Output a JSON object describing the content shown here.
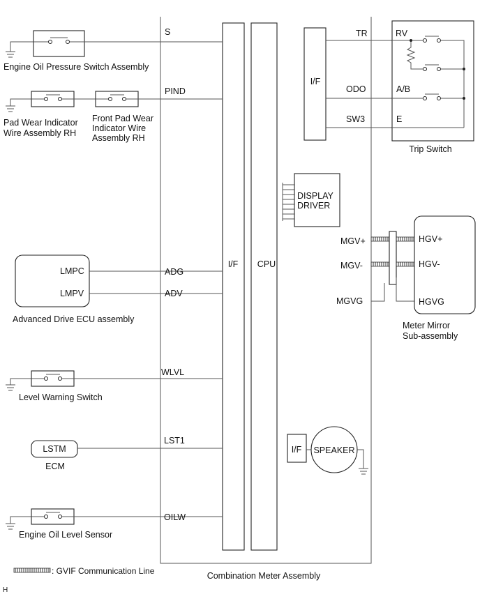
{
  "meter": {
    "title": "Combination Meter Assembly",
    "if_left": "I/F",
    "cpu": "CPU",
    "if_trip": "I/F",
    "display_driver_1": "DISPLAY",
    "display_driver_2": "DRIVER",
    "if_speaker": "I/F",
    "speaker": "SPEAKER"
  },
  "terminals": {
    "s": "S",
    "pind": "PIND",
    "adg": "ADG",
    "adv": "ADV",
    "wlvl": "WLVL",
    "lst1": "LST1",
    "oilw": "OILW",
    "tr": "TR",
    "odo": "ODO",
    "sw3": "SW3",
    "mgv_plus": "MGV+",
    "mgv_minus": "MGV-",
    "mgvg": "MGVG"
  },
  "components": {
    "oil_pressure_switch": "Engine Oil Pressure Switch Assembly",
    "pad_wear_rh_1": "Pad Wear Indicator",
    "pad_wear_rh_2": "Wire Assembly RH",
    "front_pad_wear_1": "Front Pad Wear",
    "front_pad_wear_2": "Indicator Wire",
    "front_pad_wear_3": "Assembly RH",
    "adv_ecu": "Advanced Drive ECU assembly",
    "lmpc": "LMPC",
    "lmpv": "LMPV",
    "level_warning": "Level Warning Switch",
    "ecm": "ECM",
    "lstm": "LSTM",
    "oil_level_sensor": "Engine Oil Level Sensor",
    "trip_switch": "Trip Switch",
    "rv": "RV",
    "ab": "A/B",
    "e": "E",
    "mirror_1": "Meter Mirror",
    "mirror_2": "Sub-assembly",
    "hgv_plus": "HGV+",
    "hgv_minus": "HGV-",
    "hgvg": "HGVG"
  },
  "legend": {
    "gvif": ": GVIF Communication Line"
  },
  "footer": {
    "code": "H"
  }
}
